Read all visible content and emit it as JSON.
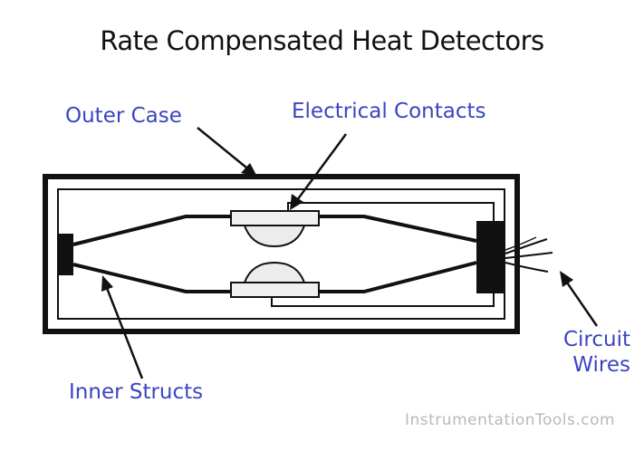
{
  "title": "Rate Compensated Heat Detectors",
  "labels": {
    "outer_case": "Outer Case",
    "electrical_contacts": "Electrical Contacts",
    "inner_structs": "Inner Structs",
    "circuit_wires_line1": "Circuit",
    "circuit_wires_line2": "Wires"
  },
  "watermark": "InstrumentationTools.com",
  "colors": {
    "label": "#3a45c0",
    "ink": "#111111",
    "watermark": "#b9b9b9"
  }
}
